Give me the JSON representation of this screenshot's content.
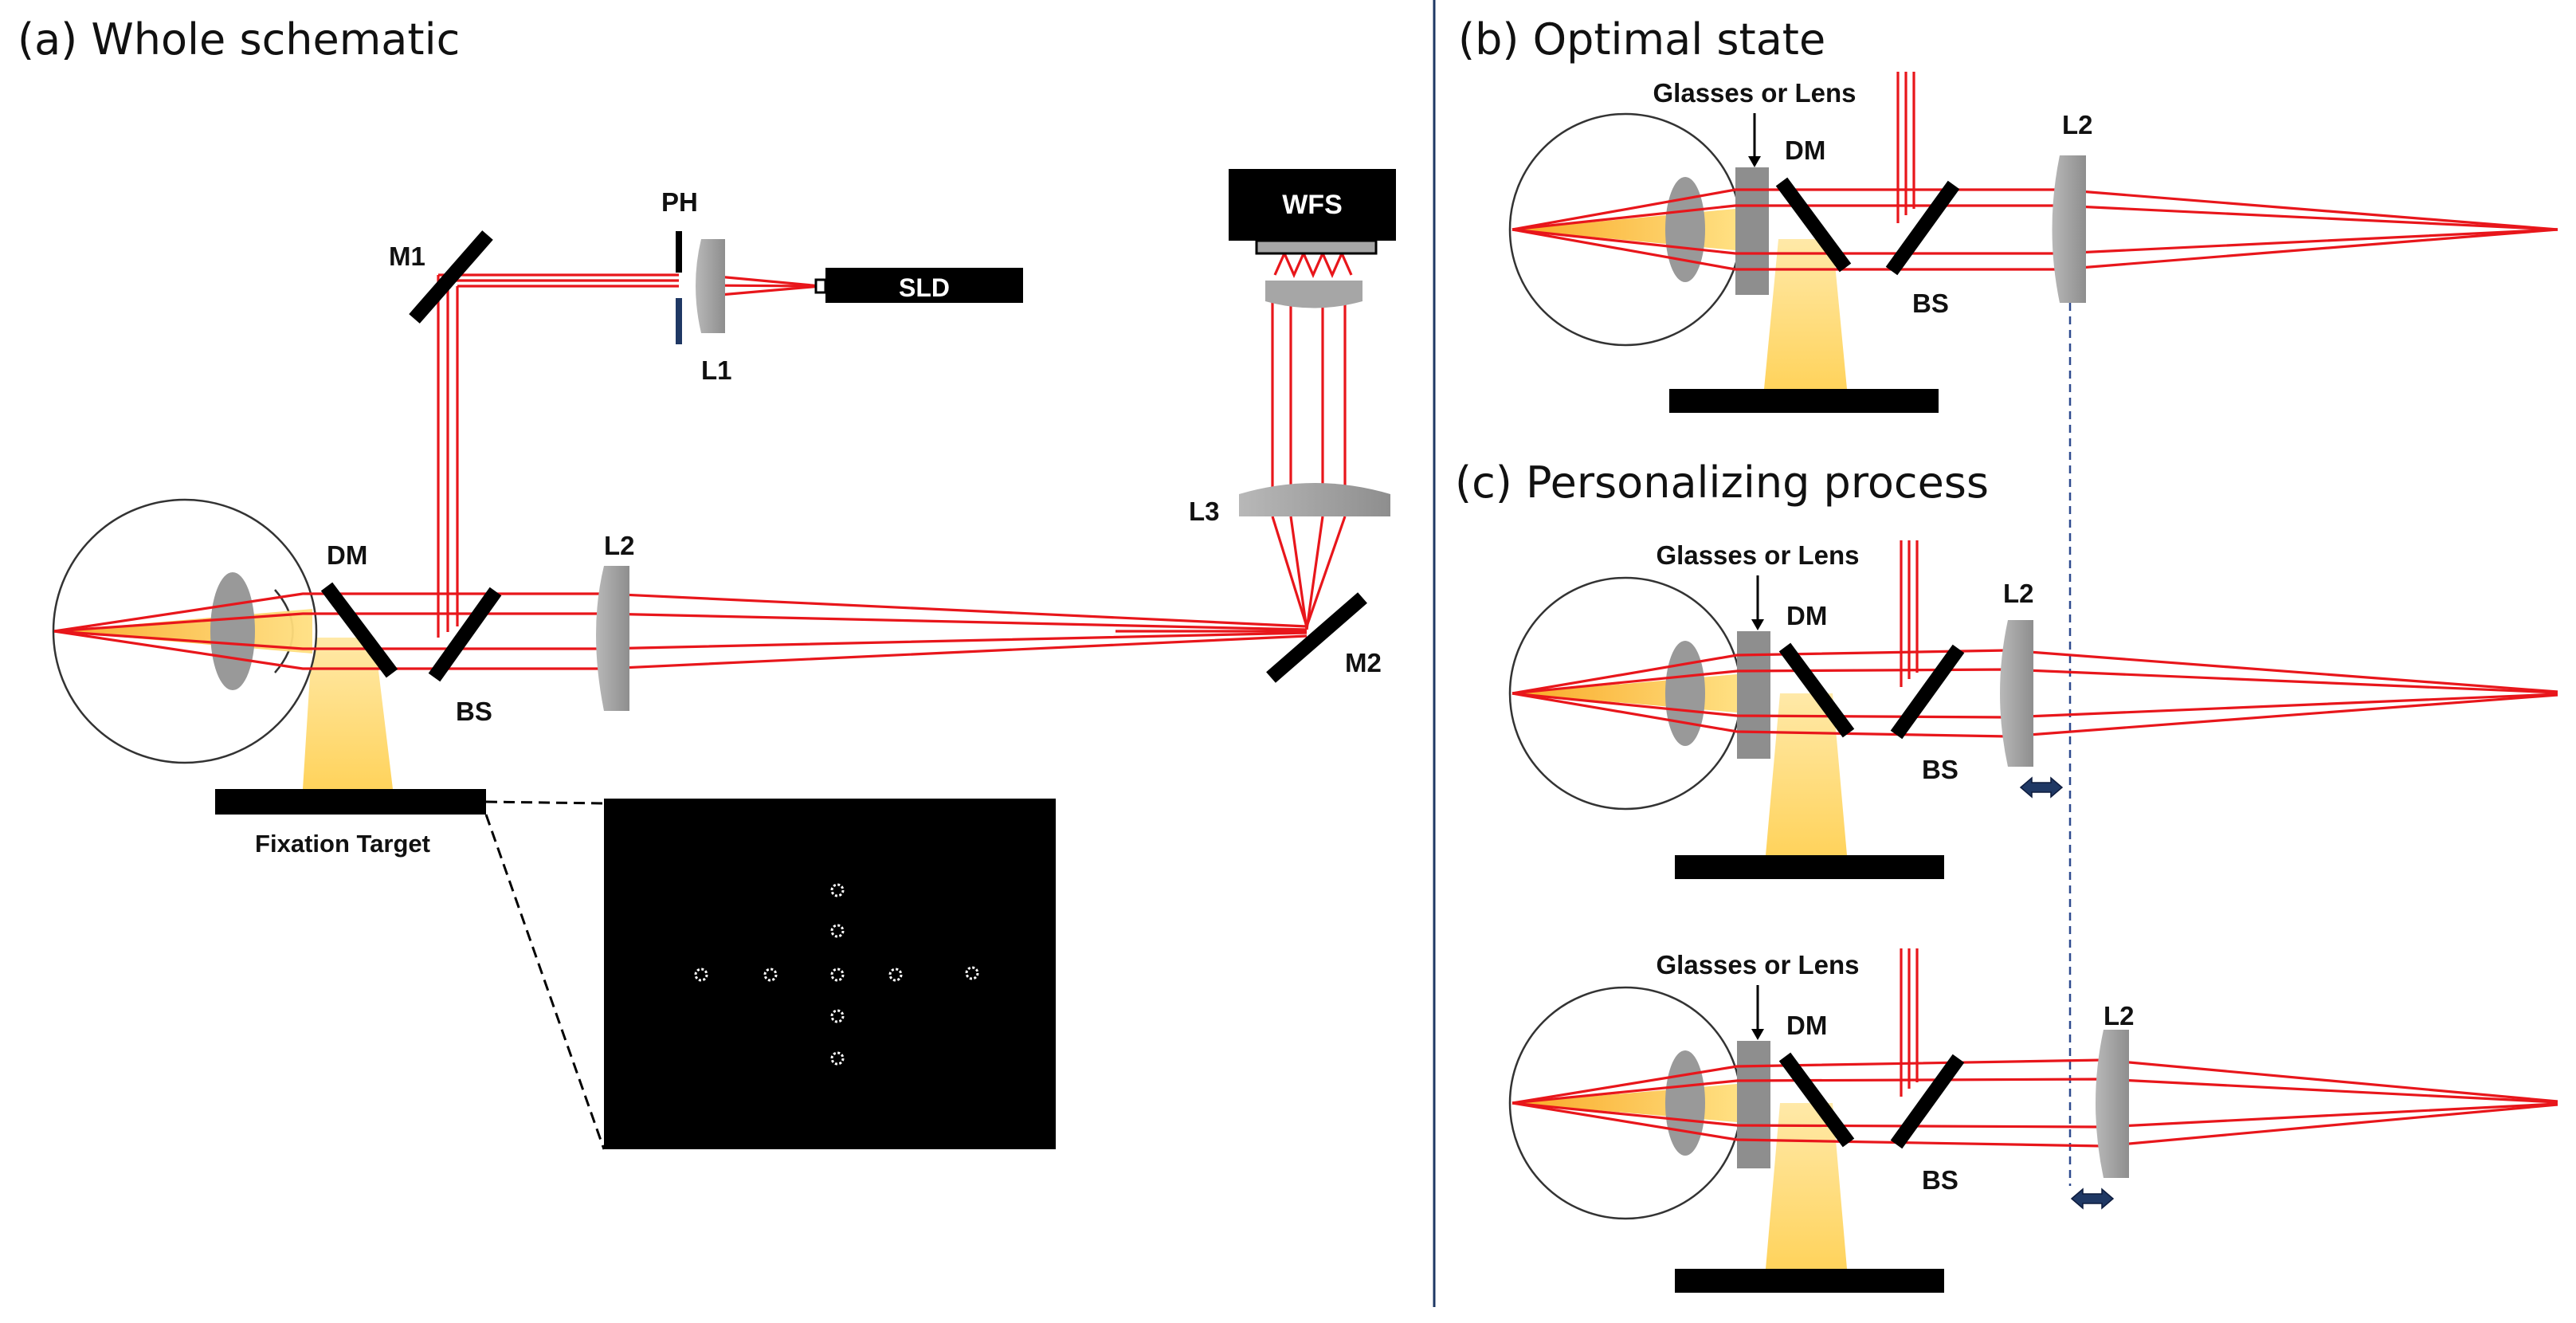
{
  "panels": {
    "a": {
      "title": "(a) Whole schematic"
    },
    "b": {
      "title": "(b) Optimal state"
    },
    "c": {
      "title": "(c) Personalizing process"
    }
  },
  "labels": {
    "m1": "M1",
    "ph": "PH",
    "l1": "L1",
    "sld": "SLD",
    "wfs": "WFS",
    "l3": "L3",
    "dm": "DM",
    "l2": "L2",
    "bs": "BS",
    "m2": "M2",
    "fixation_target": "Fixation Target",
    "glasses_or_lens": "Glasses or Lens"
  },
  "colors": {
    "beam": "#e8161b",
    "fixation_light": "#ffd966",
    "optic_gray": "#a6a6a6",
    "panel_divider": "#1f3864",
    "shift_arrow": "#1f3864"
  }
}
